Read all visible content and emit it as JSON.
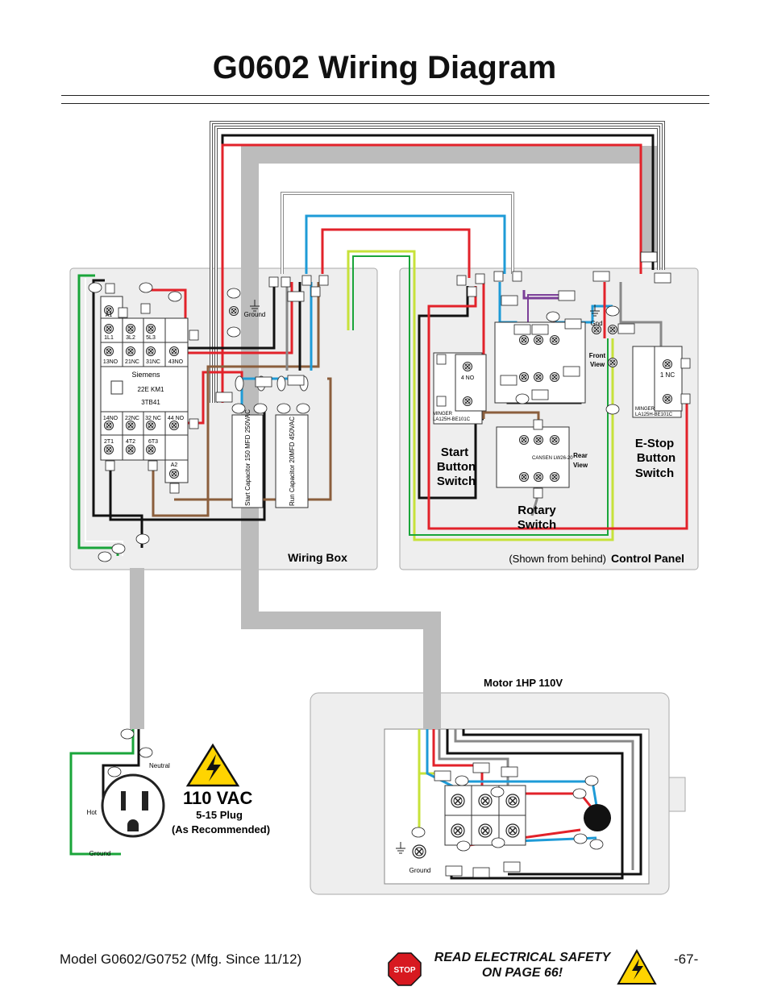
{
  "title": "G0602 Wiring Diagram",
  "panels": {
    "wiring_box": "Wiring Box",
    "control_panel": "Control Panel",
    "shown_from_behind": "(Shown from behind)",
    "motor": "Motor 1HP 110V"
  },
  "contactor": {
    "brand": "Siemens",
    "model1": "22E KM1",
    "model2": "3TB41",
    "top_terms": [
      "1L1",
      "3L2",
      "5L3"
    ],
    "aux_top": [
      "13NO",
      "21NC",
      "31NC",
      "43NO"
    ],
    "aux_bottom": [
      "14NO",
      "22NC",
      "32 NC",
      "44 NO"
    ],
    "bottom_terms": [
      "2T1",
      "4T2",
      "6T3"
    ],
    "a1": "A1",
    "a2": "A2"
  },
  "capacitors": {
    "start": "Start Capacitor 150 MFD 250VAC",
    "run": "Run Capacitor 20MFD 450VAC"
  },
  "switches": {
    "start_lines": [
      "Start",
      "Button",
      "Switch"
    ],
    "estop_lines": [
      "E-Stop",
      "Button",
      "Switch"
    ],
    "rotary_lines": [
      "Rotary",
      "Switch"
    ],
    "minger": "MINGER",
    "minger_model": "LA125H-BE101C",
    "cansen": "CANSEN LW26-20",
    "front_view": [
      "Front",
      "View"
    ],
    "rear_view": [
      "Rear",
      "View"
    ],
    "no4": "4 NO",
    "nc1": "1 NC"
  },
  "plug": {
    "voltage": "110 VAC",
    "type": "5-15 Plug",
    "note": "(As Recommended)",
    "hot": "Hot",
    "neutral": "Neutral",
    "ground": "Ground"
  },
  "ground_label": "Ground",
  "gnd_label": "Gnd",
  "footer": {
    "model": "Model G0602/G0752 (Mfg. Since 11/12)",
    "safety_line1": "READ ELECTRICAL SAFETY",
    "safety_line2": "ON PAGE 66!",
    "page": "-67-",
    "stop_sign": "STOP"
  },
  "colors": {
    "red": "#e2222a",
    "blue": "#1e9bd7",
    "black": "#111111",
    "white_wire": "#ffffff",
    "brown": "#8b5e3c",
    "green": "#1aa53a",
    "yellow_green": "#c7e23a",
    "purple": "#7b3f98",
    "gray_conduit": "#bcbcbc",
    "panel_fill": "#eeeeee"
  }
}
